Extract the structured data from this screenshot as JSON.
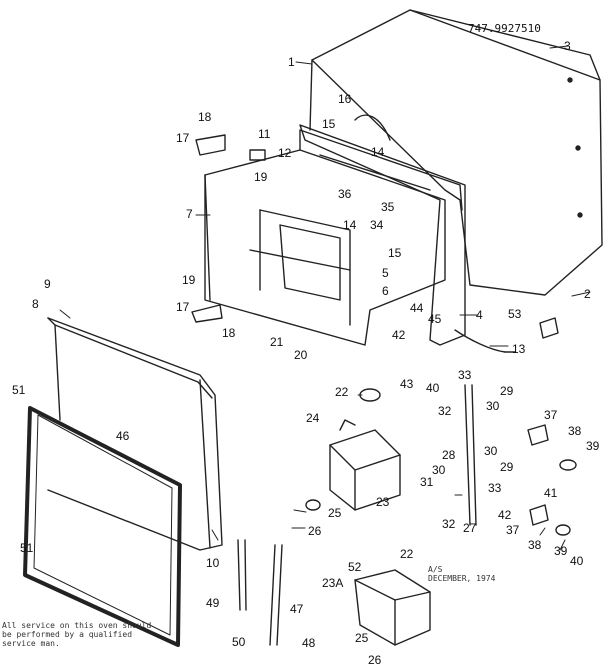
{
  "header": {
    "part_number": "747.9927510"
  },
  "note": {
    "date": "A/S\nDECEMBER, 1974",
    "service": "All service on this oven should\nbe performed by a qualified\nservice man."
  },
  "callouts": [
    "1",
    "2",
    "3",
    "4",
    "5",
    "6",
    "7",
    "8",
    "9",
    "10",
    "11",
    "12",
    "13",
    "14",
    "15",
    "16",
    "17",
    "18",
    "19",
    "20",
    "21",
    "22",
    "23",
    "23A",
    "24",
    "25",
    "26",
    "27",
    "28",
    "29",
    "30",
    "31",
    "32",
    "33",
    "34",
    "35",
    "36",
    "37",
    "38",
    "39",
    "40",
    "41",
    "42",
    "43",
    "44",
    "45",
    "46",
    "47",
    "48",
    "49",
    "50",
    "51",
    "52",
    "53"
  ]
}
